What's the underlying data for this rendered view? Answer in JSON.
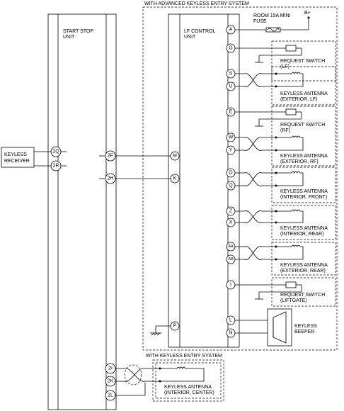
{
  "labels": {
    "advanced_system": "WITH ADVANCED KEYLESS ENTRY SYSTEM",
    "keyless_system": "WITH KEYLESS ENTRY SYSTEM",
    "start_stop_unit": [
      "START STOP",
      "UNIT"
    ],
    "lf_control_unit": [
      "LF CONTROL",
      "UNIT"
    ],
    "keyless_receiver": [
      "KEYLESS",
      "RECEIVER"
    ],
    "fuse": [
      "ROOM 15A MINI",
      "FUSE"
    ],
    "battery": "B+",
    "keyless_beeper": [
      "KEYLESS",
      "BEEPER"
    ]
  },
  "components": [
    {
      "id": "rs-lf",
      "lines": [
        "REQUEST SWITCH",
        "(LF)"
      ]
    },
    {
      "id": "ka-ext-lf",
      "lines": [
        "KEYLESS ANTENNA",
        "(EXTERIOR, LF)"
      ]
    },
    {
      "id": "rs-rf",
      "lines": [
        "REQUEST SWITCH",
        "(RF)"
      ]
    },
    {
      "id": "ka-ext-rf",
      "lines": [
        "KEYLESS ANTENNA",
        "(EXTERIOR, RF)"
      ]
    },
    {
      "id": "ka-int-front",
      "lines": [
        "KEYLESS ANTENNA",
        "(INTERIOR, FRONT)"
      ]
    },
    {
      "id": "ka-int-rear",
      "lines": [
        "KEYLESS ANTENNA",
        "(INTERIOR, REAR)"
      ]
    },
    {
      "id": "ka-ext-rear",
      "lines": [
        "KEYLESS ANTENNA",
        "(EXTERIOR, REAR)"
      ]
    },
    {
      "id": "rs-liftgate",
      "lines": [
        "REQUEST SWITCH",
        "(LIFTGATE)"
      ]
    },
    {
      "id": "ka-int-center",
      "lines": [
        "KEYLESS ANTENNA",
        "(INTERIOR, CENTER)"
      ]
    }
  ],
  "pins": {
    "lf_right": [
      "A",
      "G",
      "S",
      "U",
      "E",
      "W",
      "Y",
      "O",
      "Q",
      "Z",
      "X",
      "AA",
      "AB",
      "I",
      "L",
      "N"
    ],
    "lf_left": [
      "M",
      "K",
      "P"
    ],
    "ssu_right": [
      "2F",
      "2H",
      "2I",
      "2K",
      "2L"
    ],
    "receiver": [
      "2Q",
      "2R"
    ]
  }
}
